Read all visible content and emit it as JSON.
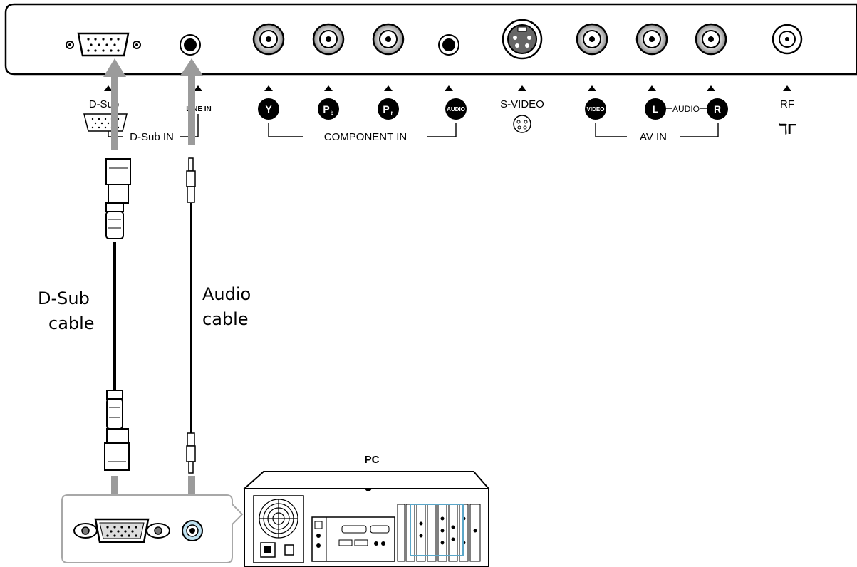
{
  "top_labels": {
    "dsub": "D-Sub",
    "line_in": "LINE IN",
    "s_video": "S-VIDEO",
    "rf": "RF",
    "rf_symbol": "ℸΓ"
  },
  "badges": {
    "y": "Y",
    "pb_main": "P",
    "pb_sub": "b",
    "pr_main": "P",
    "pr_sub": "r",
    "audio": "AUDIO",
    "video": "VIDEO",
    "l": "L",
    "r": "R"
  },
  "group_labels": {
    "dsub_in": "D-Sub IN",
    "component_in": "COMPONENT IN",
    "audio_mid": "AUDIO",
    "av_in": "AV IN"
  },
  "cable_labels": {
    "dsub_line1": "D-Sub",
    "dsub_line2": "cable",
    "audio_line1": "Audio",
    "audio_line2": "cable"
  },
  "pc_label": "PC",
  "colors": {
    "arrow": "#9b9b9b",
    "highlight": "#5aa6c8",
    "outline": "#000000"
  }
}
